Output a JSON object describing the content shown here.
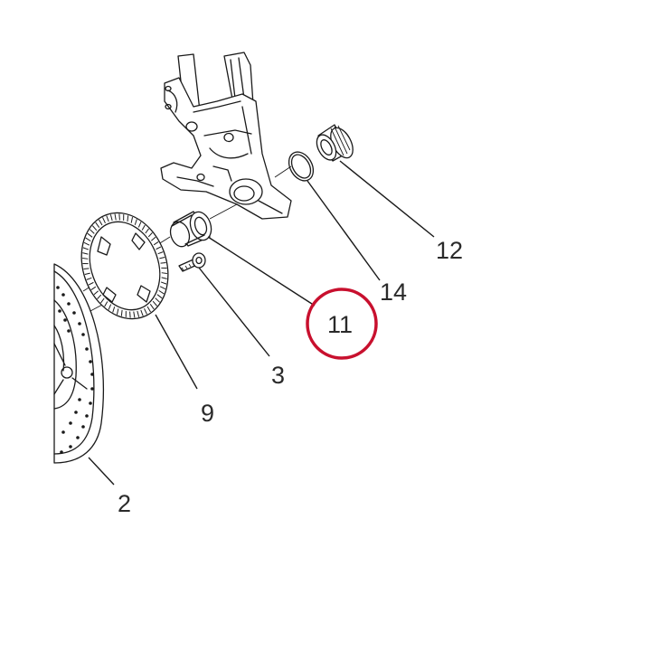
{
  "callouts": {
    "c2": "2",
    "c3": "3",
    "c9": "9",
    "c11": "11",
    "c12": "12",
    "c14": "14"
  },
  "highlight": {
    "target": "11",
    "color": "#c8102e"
  }
}
